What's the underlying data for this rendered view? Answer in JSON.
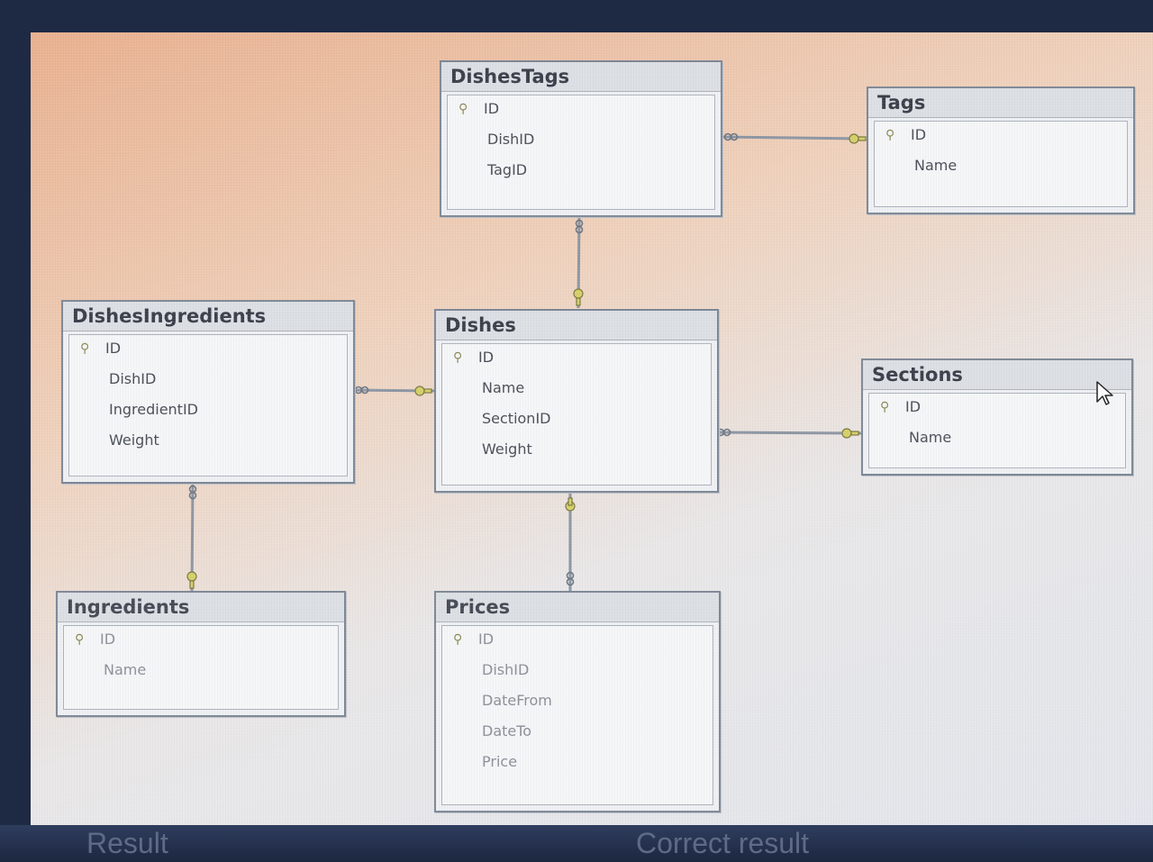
{
  "tables": {
    "dishes_tags": {
      "title": "DishesTags",
      "fields": [
        "ID",
        "DishID",
        "TagID"
      ]
    },
    "tags": {
      "title": "Tags",
      "fields": [
        "ID",
        "Name"
      ]
    },
    "dishes_ingredients": {
      "title": "DishesIngredients",
      "fields": [
        "ID",
        "DishID",
        "IngredientID",
        "Weight"
      ]
    },
    "dishes": {
      "title": "Dishes",
      "fields": [
        "ID",
        "Name",
        "SectionID",
        "Weight"
      ]
    },
    "sections": {
      "title": "Sections",
      "fields": [
        "ID",
        "Name"
      ]
    },
    "ingredients": {
      "title": "Ingredients",
      "fields": [
        "ID",
        "Name"
      ]
    },
    "prices": {
      "title": "Prices",
      "fields": [
        "ID",
        "DishID",
        "DateFrom",
        "DateTo",
        "Price"
      ]
    }
  },
  "relationships": [
    {
      "from": "DishesTags",
      "to": "Tags"
    },
    {
      "from": "DishesTags",
      "to": "Dishes"
    },
    {
      "from": "DishesIngredients",
      "to": "Dishes"
    },
    {
      "from": "Dishes",
      "to": "Sections"
    },
    {
      "from": "DishesIngredients",
      "to": "Ingredients"
    },
    {
      "from": "Prices",
      "to": "Dishes"
    }
  ],
  "tabs": {
    "result": "Result",
    "correct_result": "Correct result"
  },
  "icons": {
    "primary_key": "key-icon",
    "cursor": "cursor-arrow-icon"
  },
  "colors": {
    "line": "#8a93a0",
    "key": "#c9c45a"
  }
}
